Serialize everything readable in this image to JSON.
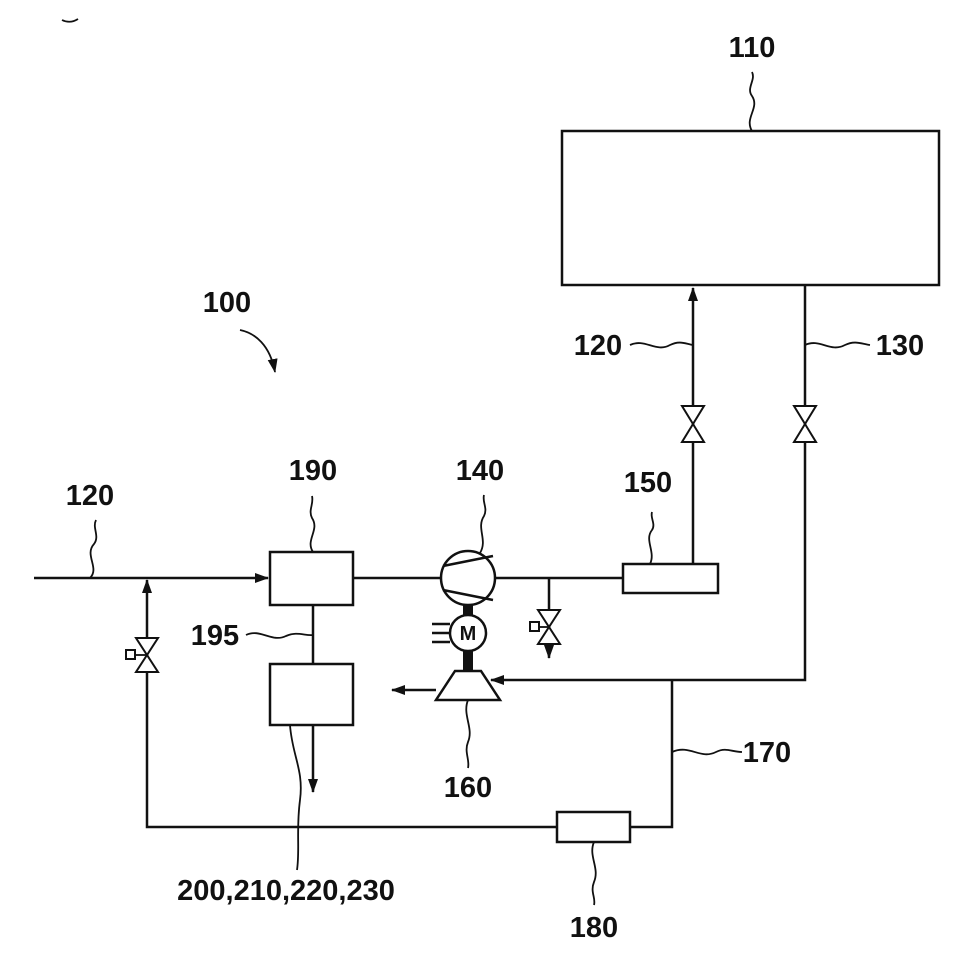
{
  "labels": {
    "system": "100",
    "fuel_cell_stack": "110",
    "supply_line_top": "120",
    "supply_line_inlet": "120",
    "exhaust_line": "130",
    "compressor": "140",
    "cooler": "150",
    "turbine": "160",
    "return_line": "170",
    "return_component": "180",
    "unit_190": "190",
    "connection_195": "195",
    "sensor_group": "200,210,220,230"
  },
  "motor_letter": "M"
}
